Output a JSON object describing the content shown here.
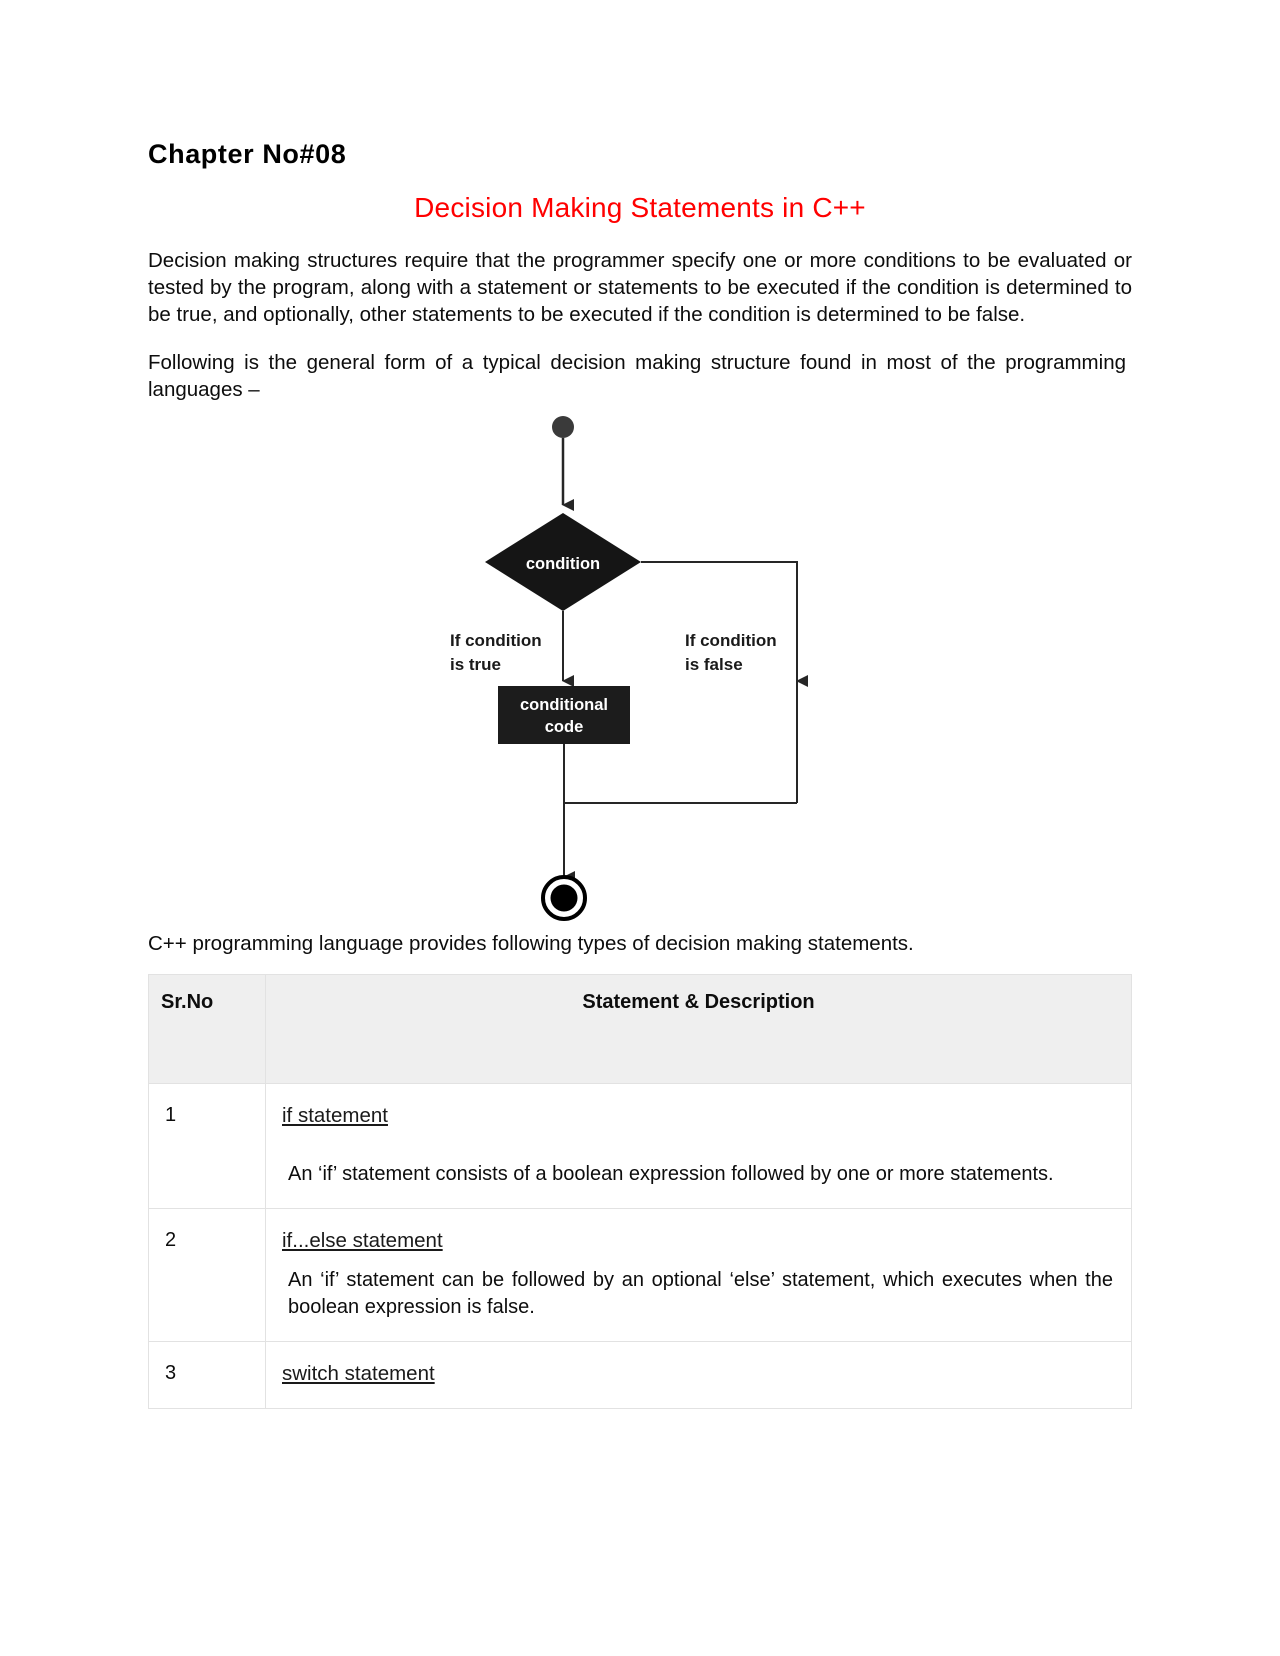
{
  "document": {
    "chapter_heading": "Chapter No#08",
    "title": "Decision Making Statements in C++",
    "title_color": "#ff0000",
    "paragraphs": {
      "intro": "Decision making structures require that the programmer specify one or more conditions to be evaluated or tested by the program, along with a statement or statements to be executed if the condition is determined to be true, and optionally, other statements to be executed if the condition is determined to be false.",
      "general_form": "Following is the general form of a typical decision making structure found in most of the programming languages –",
      "types_intro": "C++ programming language provides following types of decision making statements."
    }
  },
  "flowchart": {
    "start_node": "start-node",
    "decision_label": "condition",
    "true_branch_label_line1": "If condition",
    "true_branch_label_line2": "is true",
    "false_branch_label_line1": "If condition",
    "false_branch_label_line2": "is false",
    "process_label_line1": "conditional",
    "process_label_line2": "code",
    "end_node": "end-node",
    "shape_fill": "#1c1c1c",
    "shape_text_color": "#ffffff"
  },
  "table": {
    "headers": {
      "sr_no": "Sr.No",
      "statement_description": "Statement & Description"
    },
    "rows": [
      {
        "sr": "1",
        "link": "if statement",
        "description": "An ‘if’ statement consists of a boolean expression followed by one or more statements."
      },
      {
        "sr": "2",
        "link": "if...else statement",
        "description": "An ‘if’ statement can be followed by an optional ‘else’ statement, which executes when the boolean expression is false."
      },
      {
        "sr": "3",
        "link": "switch statement",
        "description": ""
      }
    ]
  }
}
